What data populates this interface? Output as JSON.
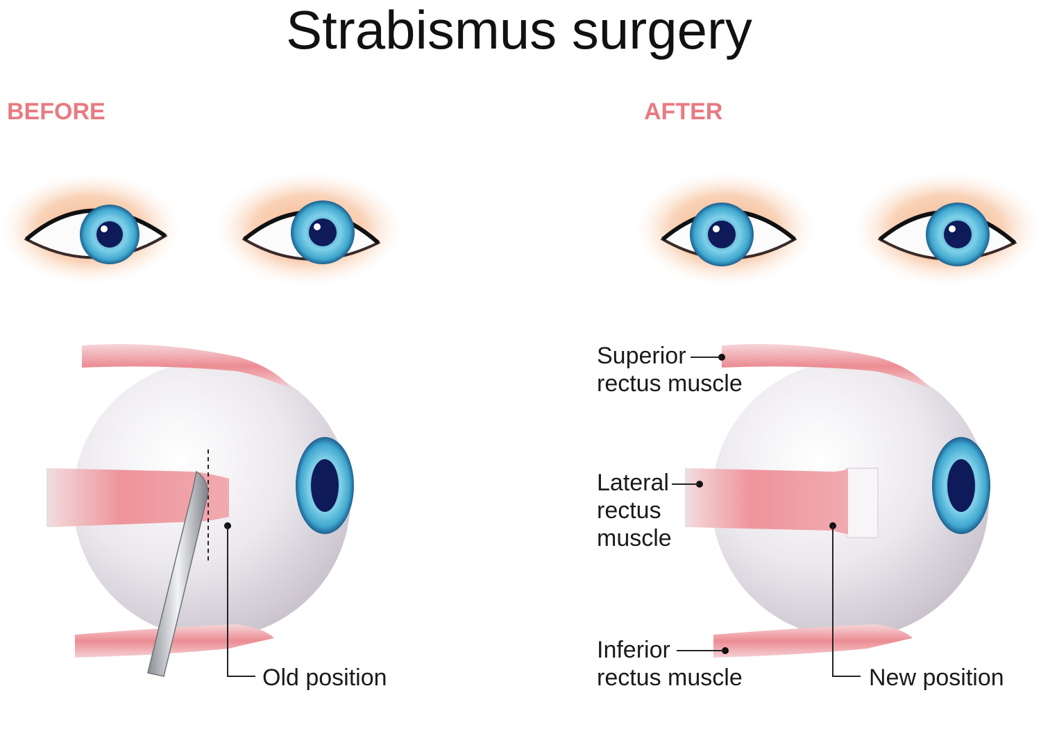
{
  "title": "Strabismus surgery",
  "sections": {
    "before": "BEFORE",
    "after": "AFTER"
  },
  "labels": {
    "old_position": "Old position",
    "new_position": "New position",
    "superior": [
      "Superior",
      "rectus muscle"
    ],
    "lateral": [
      "Lateral",
      "rectus",
      "muscle"
    ],
    "inferior": [
      "Inferior",
      "rectus muscle"
    ]
  },
  "colors": {
    "label_accent": "#e87b82",
    "muscle": "#ee8f93",
    "iris": "#4fb3d3",
    "pupil": "#0e1a5a",
    "skin": "#f6c3a0"
  }
}
